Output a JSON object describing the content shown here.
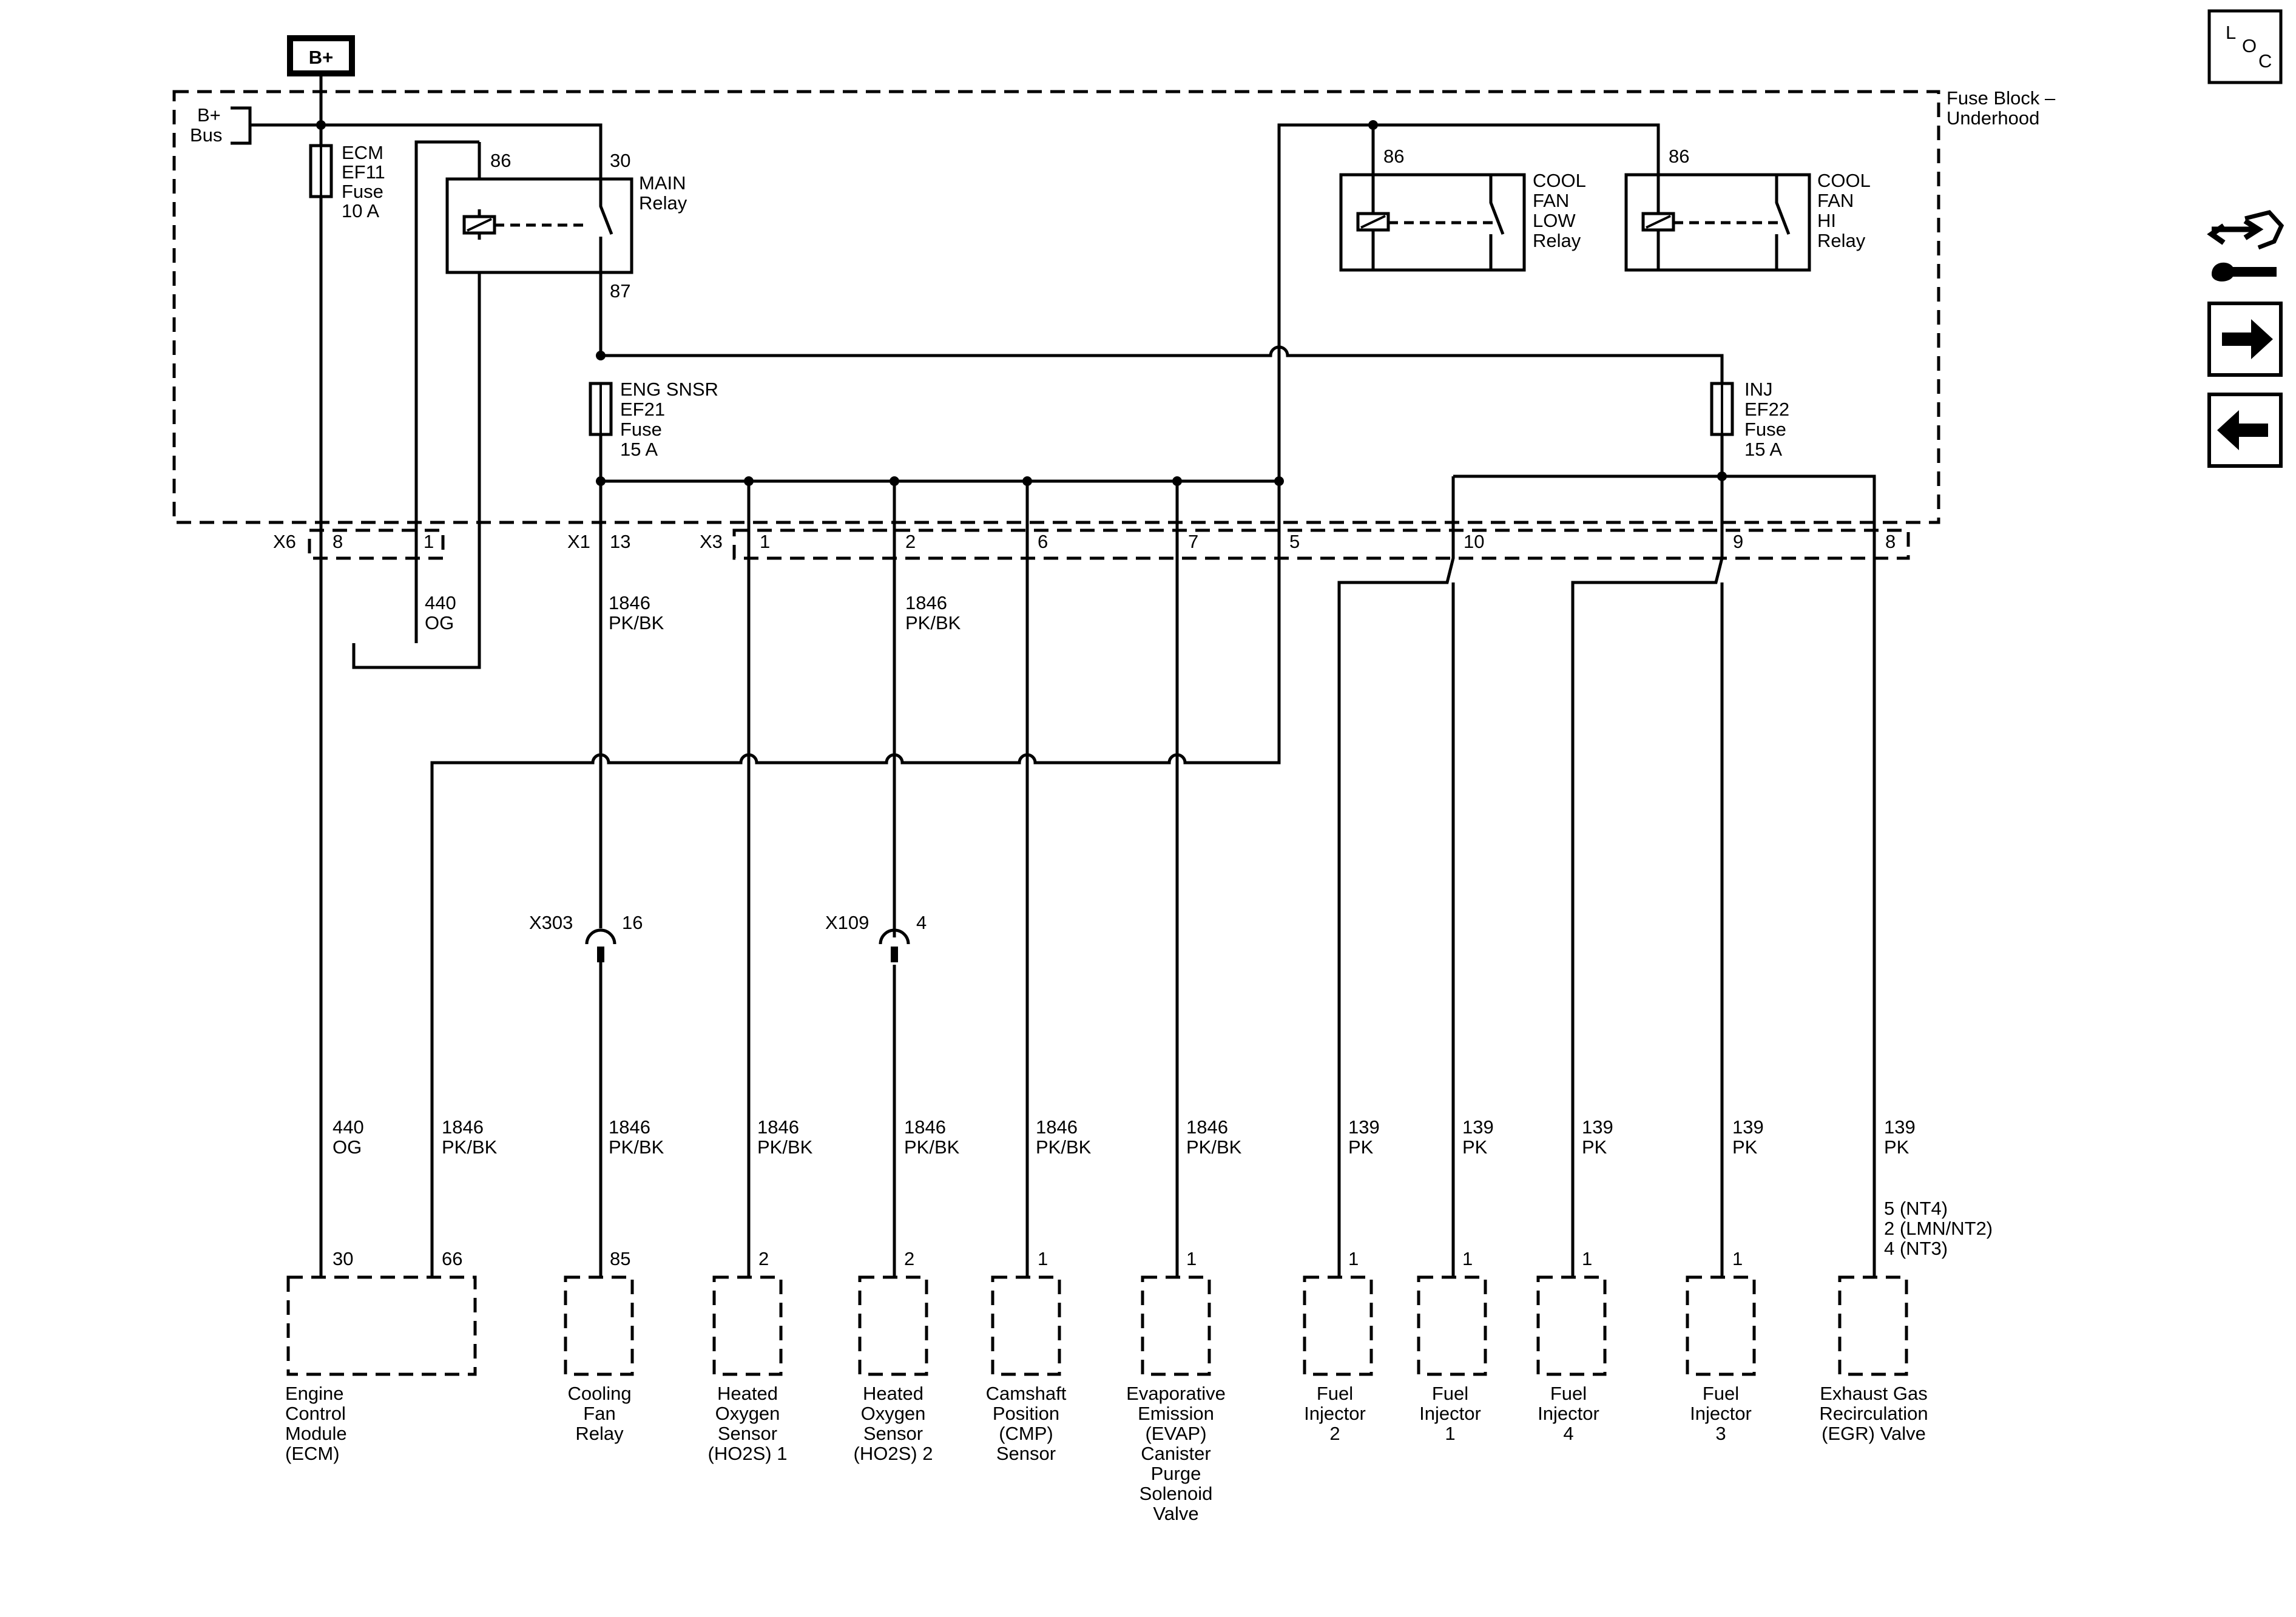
{
  "power": {
    "bplus": "B+",
    "bus_line1": "B+",
    "bus_line2": "Bus"
  },
  "fuse_block": {
    "line1": "Fuse Block –",
    "line2": "Underhood"
  },
  "fuses": {
    "ecm": [
      "ECM",
      "EF11",
      "Fuse",
      "10 A"
    ],
    "eng_snsr": [
      "ENG SNSR",
      "EF21",
      "Fuse",
      "15 A"
    ],
    "inj": [
      "INJ",
      "EF22",
      "Fuse",
      "15 A"
    ]
  },
  "relays": {
    "main": {
      "pin_a": "86",
      "pin_b": "30",
      "pin_c": "87",
      "label": [
        "MAIN",
        "Relay"
      ]
    },
    "fan_low": {
      "pin": "86",
      "label": [
        "COOL",
        "FAN",
        "LOW",
        "Relay"
      ]
    },
    "fan_hi": {
      "pin": "86",
      "label": [
        "COOL",
        "FAN",
        "HI",
        "Relay"
      ]
    }
  },
  "connectors": {
    "x6": {
      "name": "X6",
      "pins": [
        "8",
        "1"
      ]
    },
    "x1": {
      "name": "X1",
      "pins": [
        "13"
      ]
    },
    "x3": {
      "name": "X3",
      "pins": [
        "1",
        "2",
        "6",
        "7",
        "5",
        "10",
        "9",
        "8"
      ]
    }
  },
  "inline": {
    "x303": {
      "name": "X303",
      "pin": "16"
    },
    "x109": {
      "name": "X109",
      "pin": "4"
    }
  },
  "wires": {
    "c440": [
      "440",
      "OG"
    ],
    "c1846": [
      "1846",
      "PK/BK"
    ],
    "c139": [
      "139",
      "PK"
    ]
  },
  "egr_pins": [
    "5 (NT4)",
    "2 (LMN/NT2)",
    "4 (NT3)"
  ],
  "components": [
    {
      "pins": [
        "30",
        "66"
      ],
      "label": [
        "Engine",
        "Control",
        "Module",
        "(ECM)"
      ]
    },
    {
      "pins": [
        "85"
      ],
      "label": [
        "Cooling",
        "Fan",
        "Relay"
      ]
    },
    {
      "pins": [
        "2"
      ],
      "label": [
        "Heated",
        "Oxygen",
        "Sensor",
        "(HO2S) 1"
      ]
    },
    {
      "pins": [
        "2"
      ],
      "label": [
        "Heated",
        "Oxygen",
        "Sensor",
        "(HO2S) 2"
      ]
    },
    {
      "pins": [
        "1"
      ],
      "label": [
        "Camshaft",
        "Position",
        "(CMP)",
        "Sensor"
      ]
    },
    {
      "pins": [
        "1"
      ],
      "label": [
        "Evaporative",
        "Emission",
        "(EVAP)",
        "Canister",
        "Purge",
        "Solenoid",
        "Valve"
      ]
    },
    {
      "pins": [
        "1"
      ],
      "label": [
        "Fuel",
        "Injector",
        "2"
      ]
    },
    {
      "pins": [
        "1"
      ],
      "label": [
        "Fuel",
        "Injector",
        "1"
      ]
    },
    {
      "pins": [
        "1"
      ],
      "label": [
        "Fuel",
        "Injector",
        "4"
      ]
    },
    {
      "pins": [
        "1"
      ],
      "label": [
        "Fuel",
        "Injector",
        "3"
      ]
    },
    {
      "pins": [],
      "label": [
        "Exhaust Gas",
        "Recirculation",
        "(EGR) Valve"
      ]
    }
  ],
  "side": {
    "loc": [
      "L",
      "O",
      "C"
    ]
  }
}
